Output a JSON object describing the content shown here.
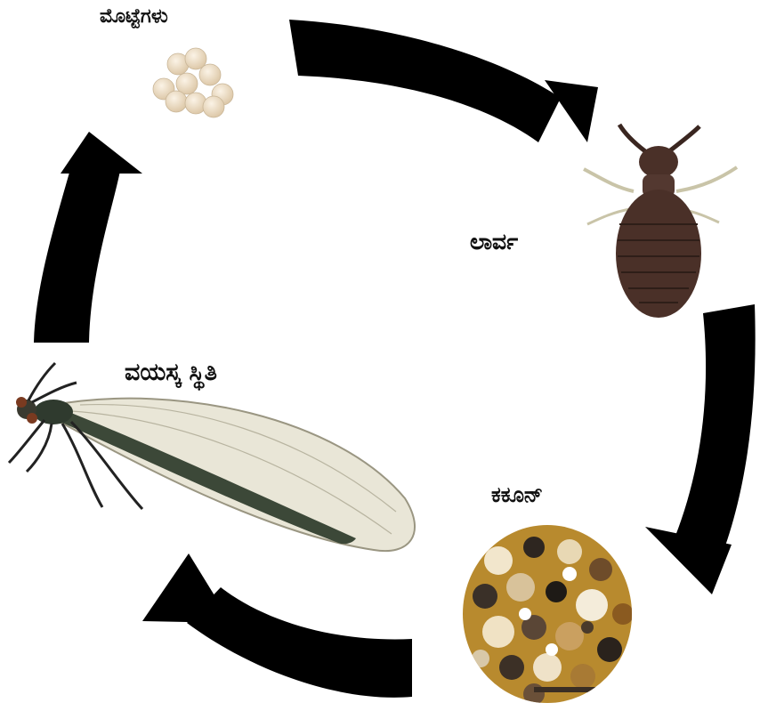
{
  "stages": {
    "eggs": {
      "label": "ಮೊಟ್ಟೆಗಳು"
    },
    "larva": {
      "label": "ಲಾರ್ವ"
    },
    "cocoon": {
      "label": "ಕಕೂನ್"
    },
    "adult": {
      "label": "ವಯಸ್ಕ ಸ್ಥಿತಿ"
    }
  },
  "colors": {
    "arrow": "#000000",
    "egg": "#eddcc2",
    "larva": "#4a3028",
    "cocoon_tan": "#b88a2e",
    "wing": "#e9e6d7",
    "body": "#3c4838"
  }
}
